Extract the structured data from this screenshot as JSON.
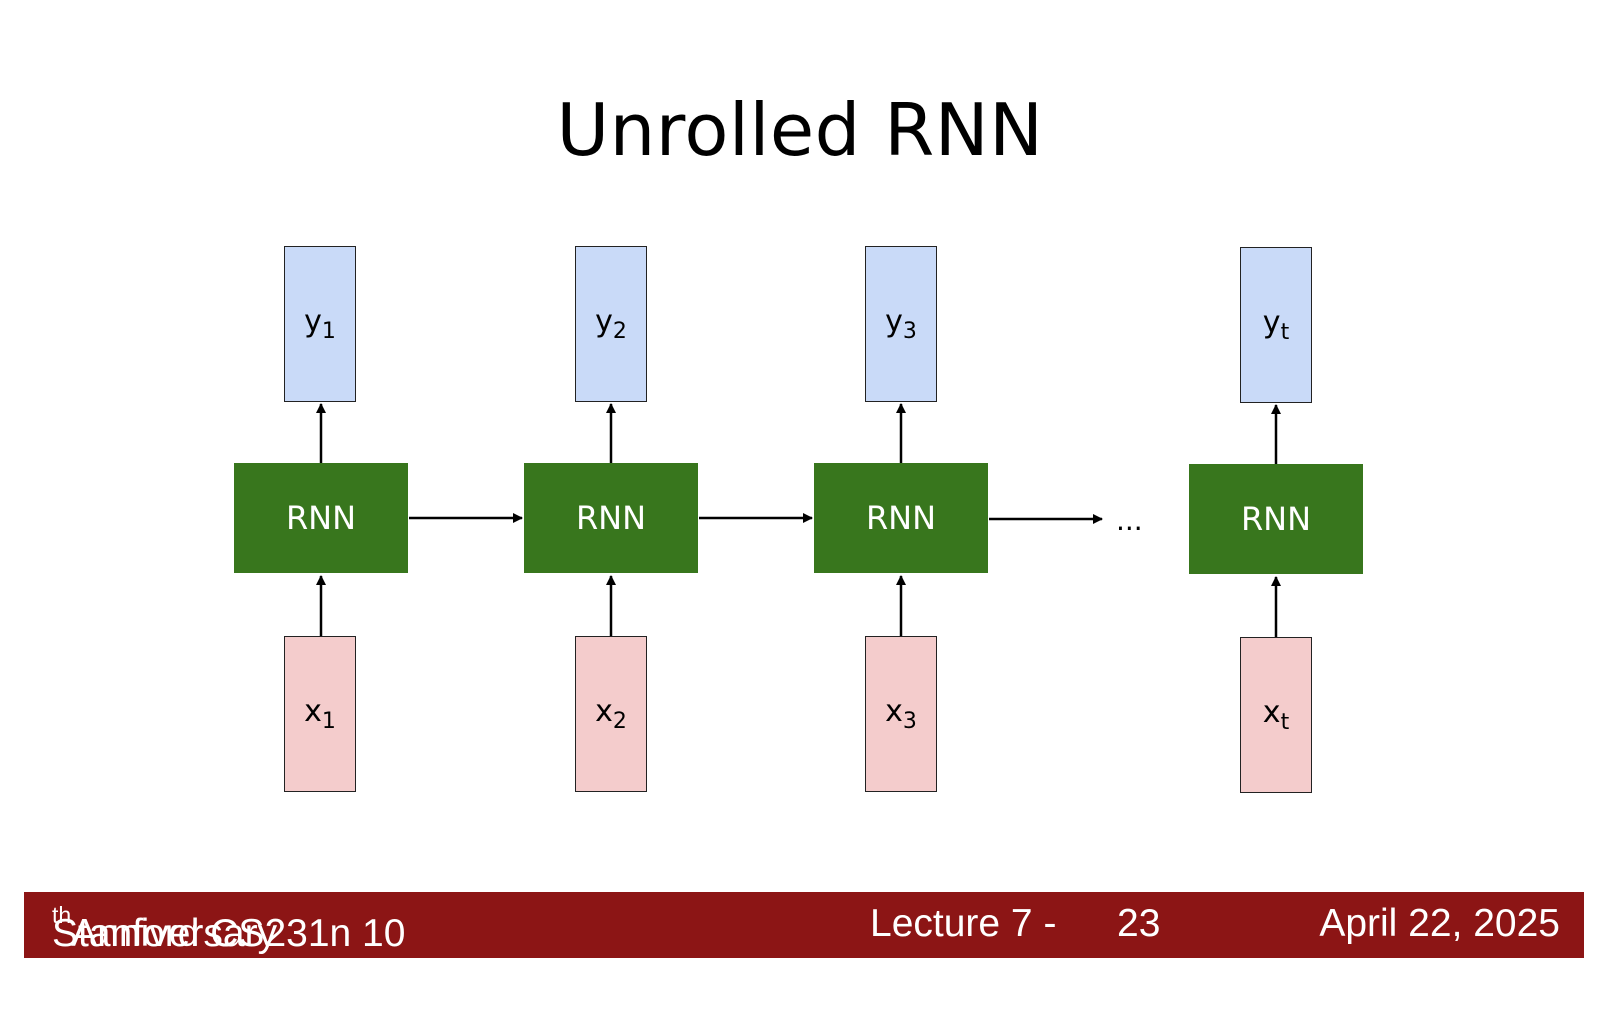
{
  "title": "Unrolled RNN",
  "cells": [
    {
      "output": "y",
      "output_sub": "1",
      "rnn": "RNN",
      "input": "x",
      "input_sub": "1"
    },
    {
      "output": "y",
      "output_sub": "2",
      "rnn": "RNN",
      "input": "x",
      "input_sub": "2"
    },
    {
      "output": "y",
      "output_sub": "3",
      "rnn": "RNN",
      "input": "x",
      "input_sub": "3"
    },
    {
      "output": "y",
      "output_sub": "t",
      "rnn": "RNN",
      "input": "x",
      "input_sub": "t"
    }
  ],
  "ellipsis": "...",
  "colors": {
    "output_fill": "#c9daf8",
    "input_fill": "#f4cccc",
    "rnn_fill": "#38761d",
    "footer_bg": "#8c1515"
  },
  "footer": {
    "course": "Stanford CS231n 10",
    "course_sup": "th",
    "course_suffix": " Anniversary",
    "lecture": "Lecture 7 -",
    "slide_number": "23",
    "date": "April 22, 2025"
  }
}
